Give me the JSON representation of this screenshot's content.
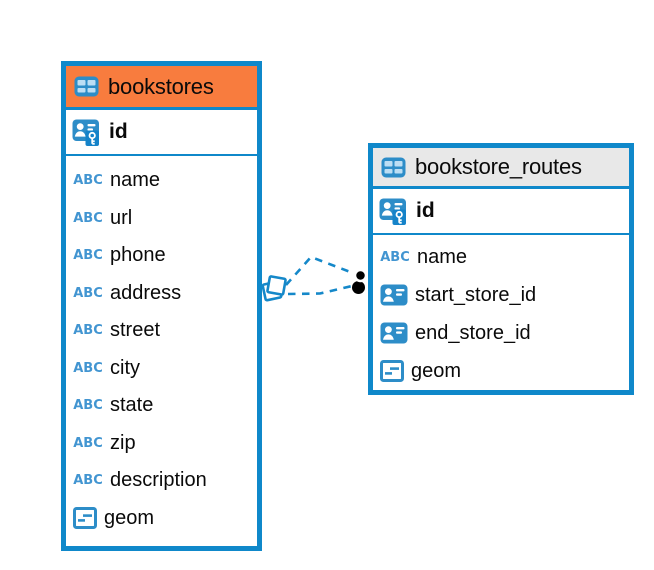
{
  "diagram": {
    "icons": {
      "text_type_label": "ABC"
    },
    "colors": {
      "table_border": "#0f88ca",
      "bookstores_header": "#f87c3e",
      "routes_header": "#e8e8e8",
      "icon_blue": "#2d8dc8",
      "relationship_line": "#1588c9",
      "relationship_dot": "#000000"
    },
    "tables": [
      {
        "name": "bookstores",
        "primary_key": {
          "name": "id",
          "type": "primary-key"
        },
        "columns": [
          {
            "name": "name",
            "type": "text"
          },
          {
            "name": "url",
            "type": "text"
          },
          {
            "name": "phone",
            "type": "text"
          },
          {
            "name": "address",
            "type": "text"
          },
          {
            "name": "street",
            "type": "text"
          },
          {
            "name": "city",
            "type": "text"
          },
          {
            "name": "state",
            "type": "text"
          },
          {
            "name": "zip",
            "type": "text"
          },
          {
            "name": "description",
            "type": "text"
          },
          {
            "name": "geom",
            "type": "geometry"
          }
        ]
      },
      {
        "name": "bookstore_routes",
        "primary_key": {
          "name": "id",
          "type": "primary-key"
        },
        "columns": [
          {
            "name": "name",
            "type": "text"
          },
          {
            "name": "start_store_id",
            "type": "reference"
          },
          {
            "name": "end_store_id",
            "type": "reference"
          },
          {
            "name": "geom",
            "type": "geometry"
          }
        ]
      }
    ],
    "relationship": {
      "from_table": "bookstore_routes",
      "to_table": "bookstores",
      "line_style": "dashed",
      "endpoint_count": 2
    }
  }
}
